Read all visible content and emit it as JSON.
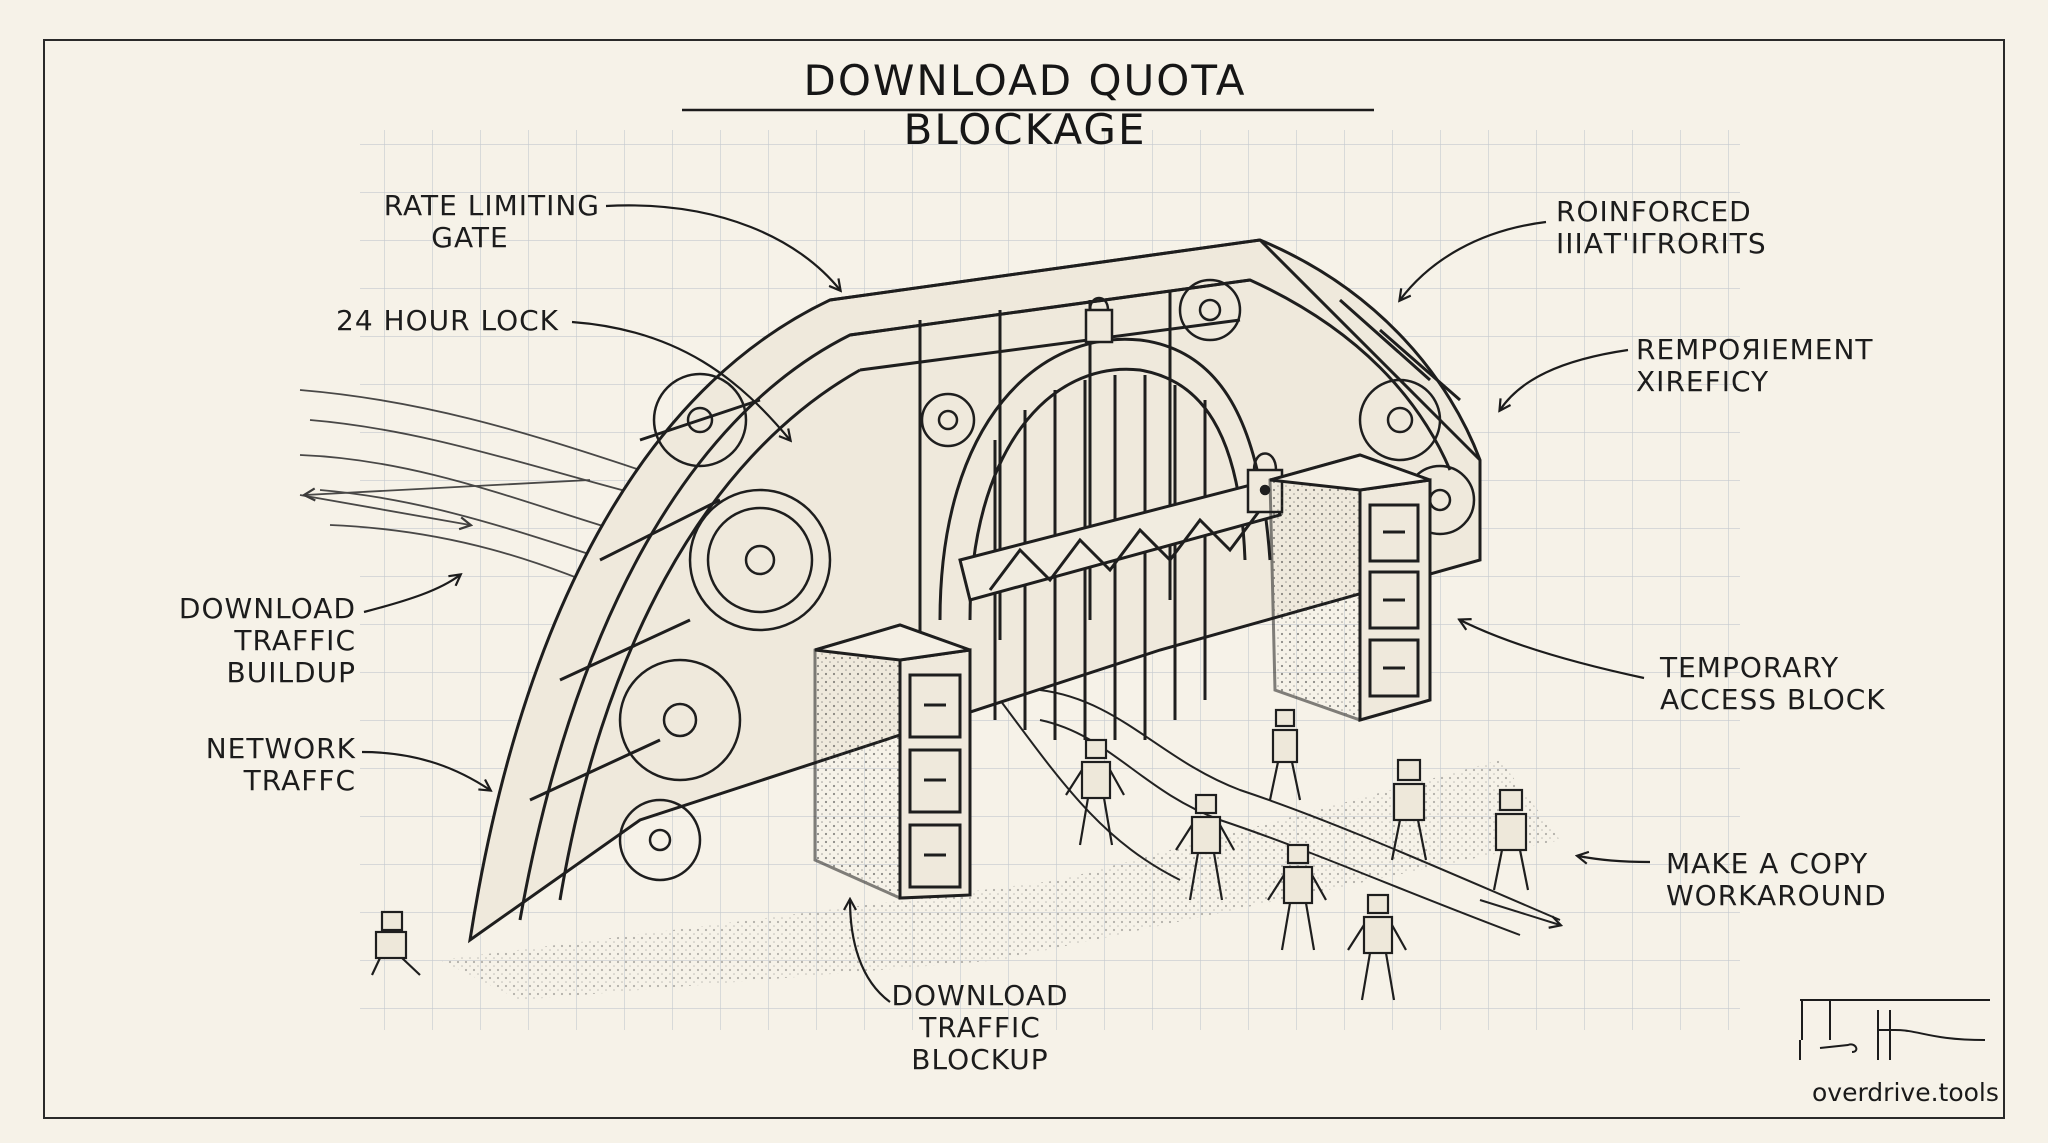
{
  "title": "DOWNLOAD QUOTA BLOCKAGE",
  "labels": {
    "rate_limiting": [
      "RATE LIMITING",
      "GATE"
    ],
    "hour_lock": [
      "24 HOUR LOCK"
    ],
    "download_buildup": [
      "DOWNLOAD",
      "TRAFFIC",
      "BUILDUP"
    ],
    "network_traffic": [
      "NETWORK",
      "TRAFFC"
    ],
    "reinforced": [
      "ROINFORCED",
      "ΙΙΙΑΤ'ΙΓRORITS"
    ],
    "rempoiement": [
      "REMPOЯIEMENT",
      "ΧIREFICY"
    ],
    "temporary_access": [
      "TEMPORARY",
      "ACCESS BLOCK"
    ],
    "make_copy": [
      "MAKE A COPY",
      "WORKAROUND"
    ],
    "download_blockup": [
      "DOWNLOAD",
      "TRAFFIC",
      "BLOCKUP"
    ]
  },
  "watermark": "overdrive.tools",
  "colors": {
    "paper": "#f6f2e8",
    "ink": "#1c1c1c",
    "grid": "#9aa7b8"
  }
}
